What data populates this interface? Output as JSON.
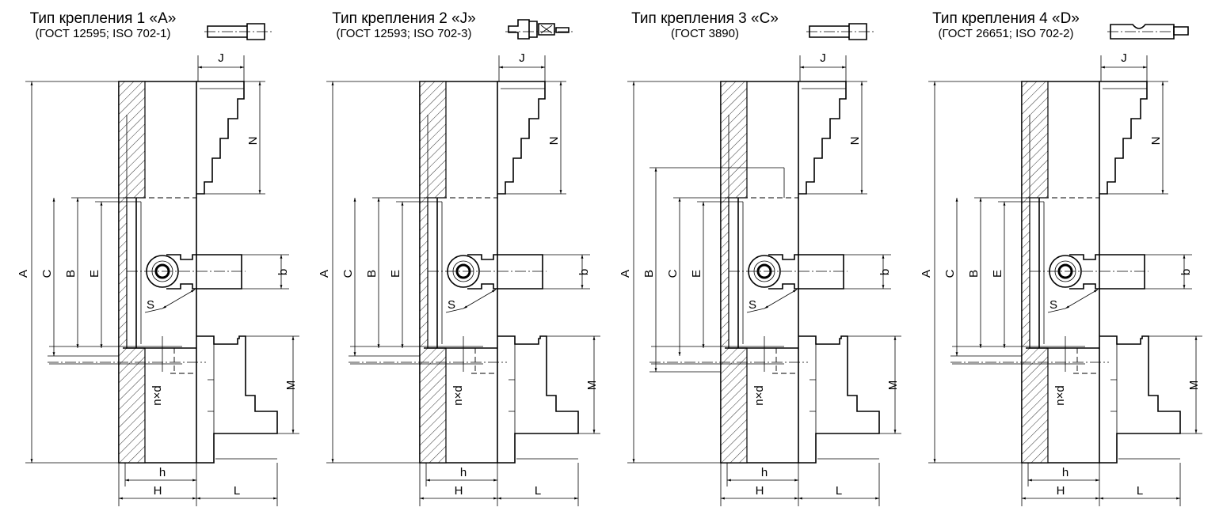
{
  "panels": [
    {
      "title": "Тип крепления 1 «A»",
      "standard": "(ГОСТ 12595; ISO 702-1)",
      "mount_icon": "bolt-icon",
      "labels": {
        "A": "A",
        "C": "C",
        "B": "B",
        "E": "E",
        "J": "J",
        "N": "N",
        "b": "b",
        "S": "S",
        "M": "M",
        "nd": "n×d",
        "h": "h",
        "H": "H",
        "L": "L"
      }
    },
    {
      "title": "Тип крепления 2 «J»",
      "standard": "(ГОСТ 12593; ISO 702-3)",
      "mount_icon": "stud-nut-icon",
      "labels": {
        "A": "A",
        "C": "C",
        "B": "B",
        "E": "E",
        "J": "J",
        "N": "N",
        "b": "b",
        "S": "S",
        "M": "M",
        "nd": "n×d",
        "h": "h",
        "H": "H",
        "L": "L"
      }
    },
    {
      "title": "Тип крепления 3 «C»",
      "standard": "(ГОСТ 3890)",
      "mount_icon": "bolt-icon",
      "labels": {
        "A": "A",
        "C": "B",
        "B": "C",
        "E": "E",
        "J": "J",
        "N": "N",
        "b": "b",
        "S": "S",
        "M": "M",
        "nd": "n×d",
        "h": "h",
        "H": "H",
        "L": "L"
      }
    },
    {
      "title": "Тип крепления 4 «D»",
      "standard": "(ГОСТ 26651; ISO 702-2)",
      "mount_icon": "camlock-stud-icon",
      "labels": {
        "A": "A",
        "C": "C",
        "B": "B",
        "E": "E",
        "J": "J",
        "N": "N",
        "b": "b",
        "S": "S",
        "M": "M",
        "nd": "n×d",
        "h": "h",
        "H": "H",
        "L": "L"
      }
    }
  ]
}
